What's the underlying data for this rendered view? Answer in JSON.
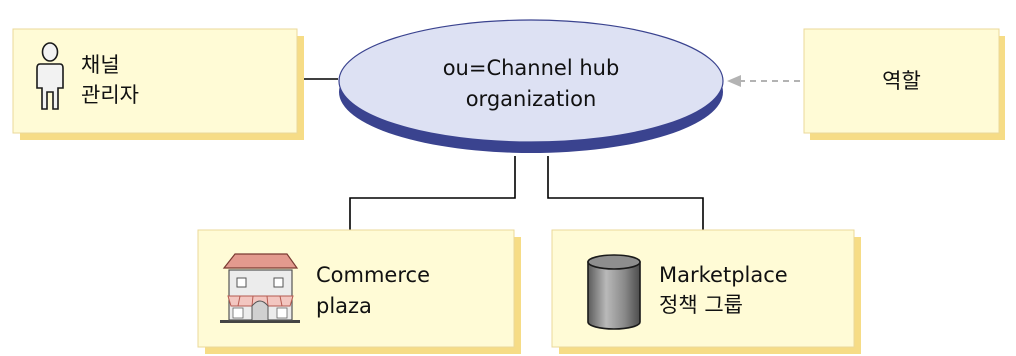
{
  "nodes": {
    "center": {
      "line1": "ou=Channel hub",
      "line2": "organization"
    },
    "channel_admin": {
      "line1": "채널",
      "line2": "관리자",
      "icon": "person-icon"
    },
    "roles": {
      "label": "역할"
    },
    "commerce_plaza": {
      "line1": "Commerce",
      "line2": "plaza",
      "icon": "storefront-icon"
    },
    "marketplace": {
      "line1": "Marketplace",
      "line2": "정책 그룹",
      "icon": "database-cylinder-icon"
    }
  },
  "colors": {
    "box_fill": "#fffbd6",
    "box_shadow": "#f6dc86",
    "ellipse_fill": "#dde1f3",
    "ellipse_shadow": "#3a438f",
    "line": "#000000",
    "dashed_arrow": "#b0b0b0"
  }
}
